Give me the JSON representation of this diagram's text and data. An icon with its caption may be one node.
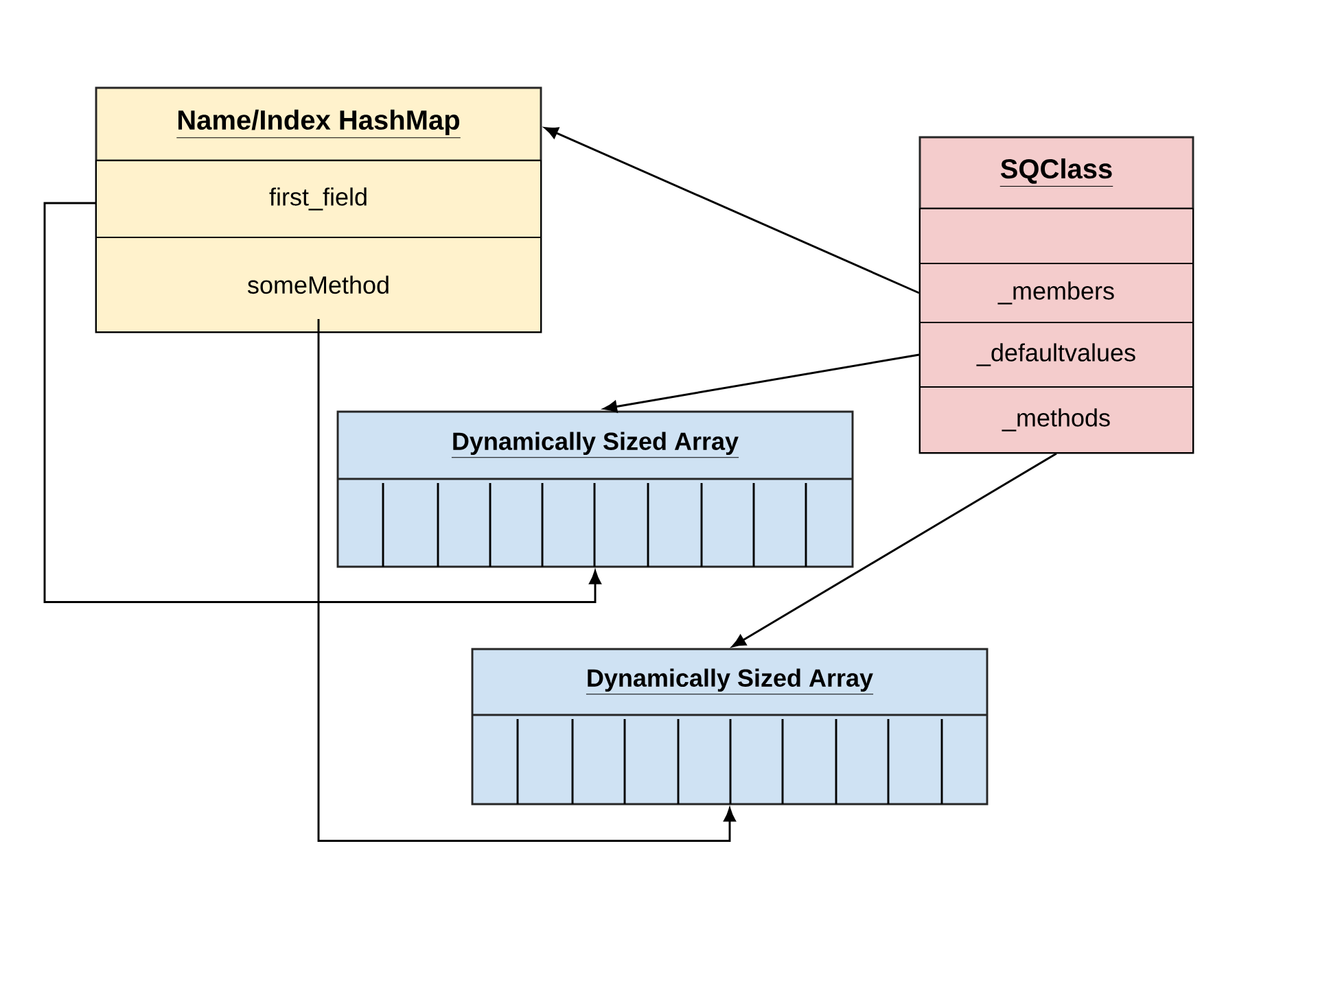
{
  "diagram": {
    "nodes": [
      {
        "text": [
          "Name/Index HashMap"
        ]
      },
      {
        "text": [
          "first_field"
        ],
        "in": 0
      },
      {
        "text": [
          "someMethod"
        ],
        "in": 0
      },
      {
        "text": [
          "SQClass"
        ]
      },
      {
        "text": [],
        "shape": "box",
        "in": 3
      },
      {
        "text": [
          "_members"
        ],
        "in": 3
      },
      {
        "text": [
          "_defaultvalues"
        ],
        "in": 3
      },
      {
        "text": [
          "_methods"
        ],
        "in": 3
      },
      {
        "text": [
          "Dynamically Sized Array"
        ]
      },
      {
        "text": [
          "Dynamically Sized Array"
        ]
      }
    ],
    "edges": [
      {
        "from": 5,
        "to": 0,
        "arrow": "to"
      },
      {
        "from": 6,
        "to": 8,
        "arrow": "to"
      },
      {
        "from": 7,
        "to": 9,
        "arrow": "to"
      },
      {
        "from": 1,
        "to": 8,
        "arrow": "to"
      },
      {
        "from": 2,
        "to": 9,
        "arrow": "to"
      }
    ]
  }
}
